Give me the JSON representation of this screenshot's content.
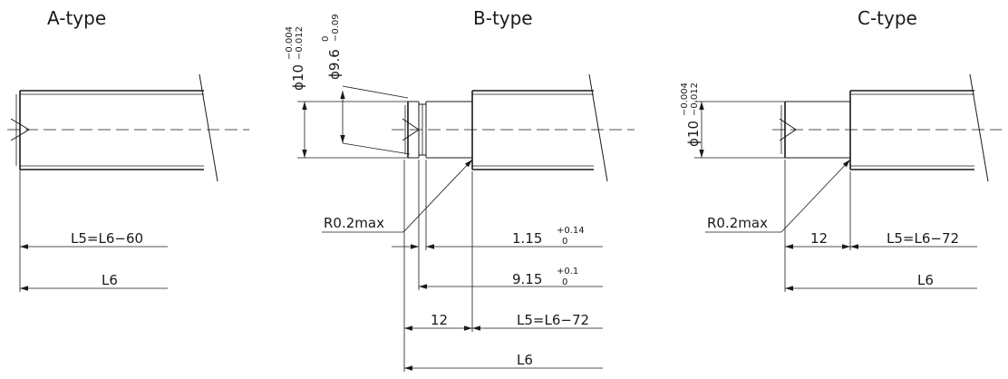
{
  "a_type": {
    "title": "A-type",
    "dim_l5": "L5=L6−60",
    "dim_l6": "L6"
  },
  "b_type": {
    "title": "B-type",
    "dia_outer": "ϕ10",
    "dia_outer_tol_upper": "−0.004",
    "dia_outer_tol_lower": "−0.012",
    "dia_inner": "ϕ9.6",
    "dia_inner_tol_upper": "0",
    "dia_inner_tol_lower": "−0.09",
    "radius": "R0.2max",
    "dim_groove_width": "1.15",
    "dim_groove_width_tol_upper": "+0.14",
    "dim_groove_width_tol_lower": "0",
    "dim_groove_pos": "9.15",
    "dim_groove_pos_tol_upper": "+0.1",
    "dim_groove_pos_tol_lower": "0",
    "dim_step": "12",
    "dim_l5": "L5=L6−72",
    "dim_l6": "L6"
  },
  "c_type": {
    "title": "C-type",
    "dia_outer": "ϕ10",
    "dia_outer_tol_upper": "−0.004",
    "dia_outer_tol_lower": "−0.012",
    "radius": "R0.2max",
    "dim_step": "12",
    "dim_l5": "L5=L6−72",
    "dim_l6": "L6"
  }
}
